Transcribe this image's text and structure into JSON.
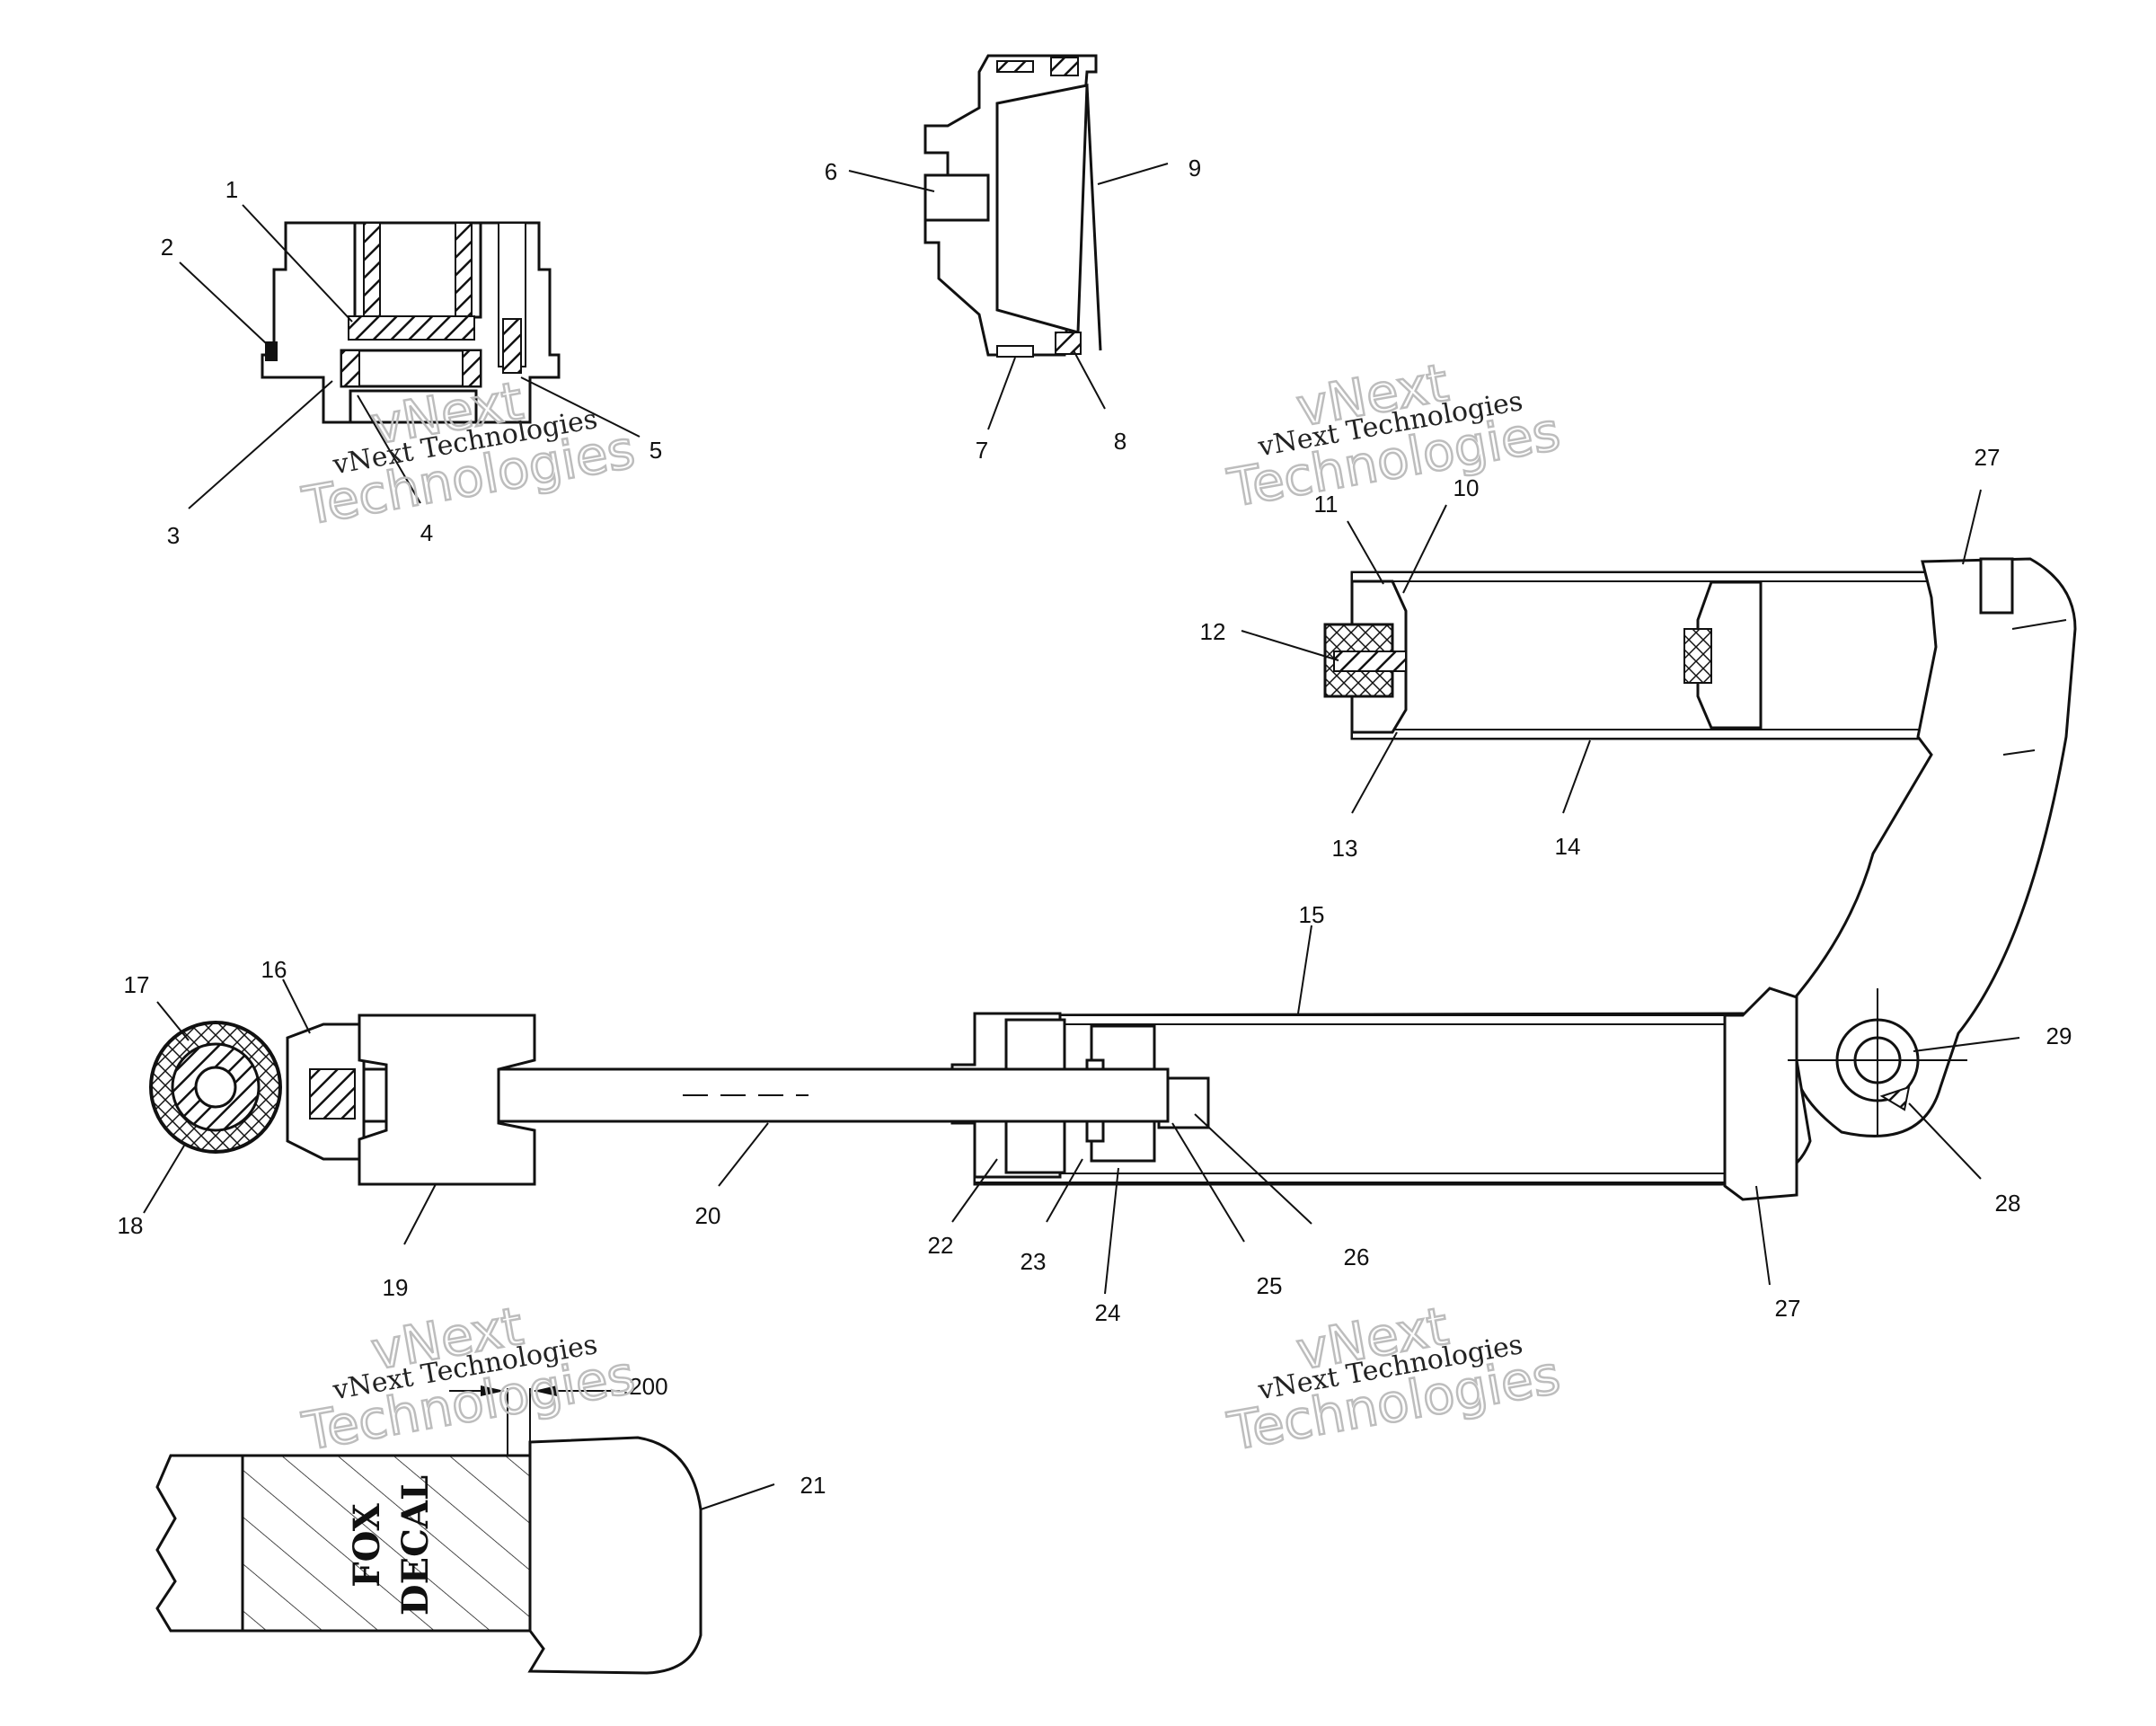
{
  "callouts": [
    "1",
    "2",
    "3",
    "4",
    "5",
    "6",
    "7",
    "8",
    "9",
    "10",
    "11",
    "12",
    "13",
    "14",
    "15",
    "16",
    "17",
    "18",
    "19",
    "20",
    "21",
    "22",
    "23",
    "24",
    "25",
    "26",
    "27",
    "27",
    "28",
    "29"
  ],
  "dimension": ".200",
  "decal": {
    "line1": "FOX",
    "line2": "DECAL"
  },
  "watermark": {
    "line1": "vNext Technologies",
    "line2": "vNext",
    "line3": "Technologies"
  },
  "colors": {
    "ink": "#111111",
    "watermark_outline": "#bdbdbd",
    "background": "#ffffff"
  }
}
